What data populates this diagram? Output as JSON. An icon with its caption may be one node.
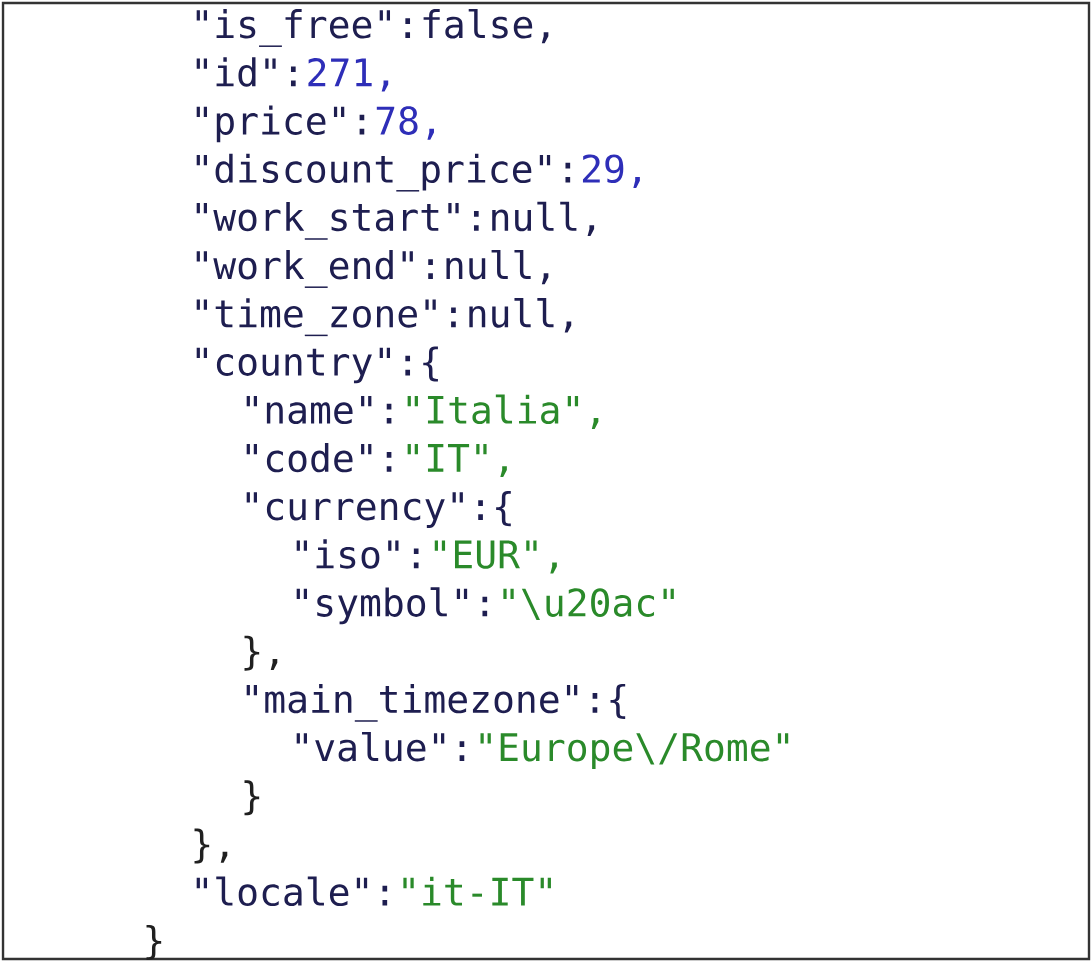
{
  "diagram": {
    "labels": [
      "\"is_free\":",
      "false,",
      "\"id\":",
      "271,",
      "\"price\":",
      "78,",
      "\"discount_price\":",
      "29,",
      "\"work_start\":",
      "null,",
      "\"work_end\":",
      "null,",
      "\"time_zone\":",
      "null,",
      "\"country\":{",
      "\"name\":",
      "\"Italia\",",
      "\"code\":",
      "\"IT\",",
      "\"currency\":{",
      "\"iso\":",
      "\"EUR\",",
      "\"symbol\":",
      "\"\\u20ac\"",
      "},",
      "\"main_timezone\":{",
      "\"value\":",
      "\"Europe\\/Rome\"",
      "}",
      "},",
      "\"locale\":",
      "\"it-IT\"",
      "}"
    ]
  }
}
